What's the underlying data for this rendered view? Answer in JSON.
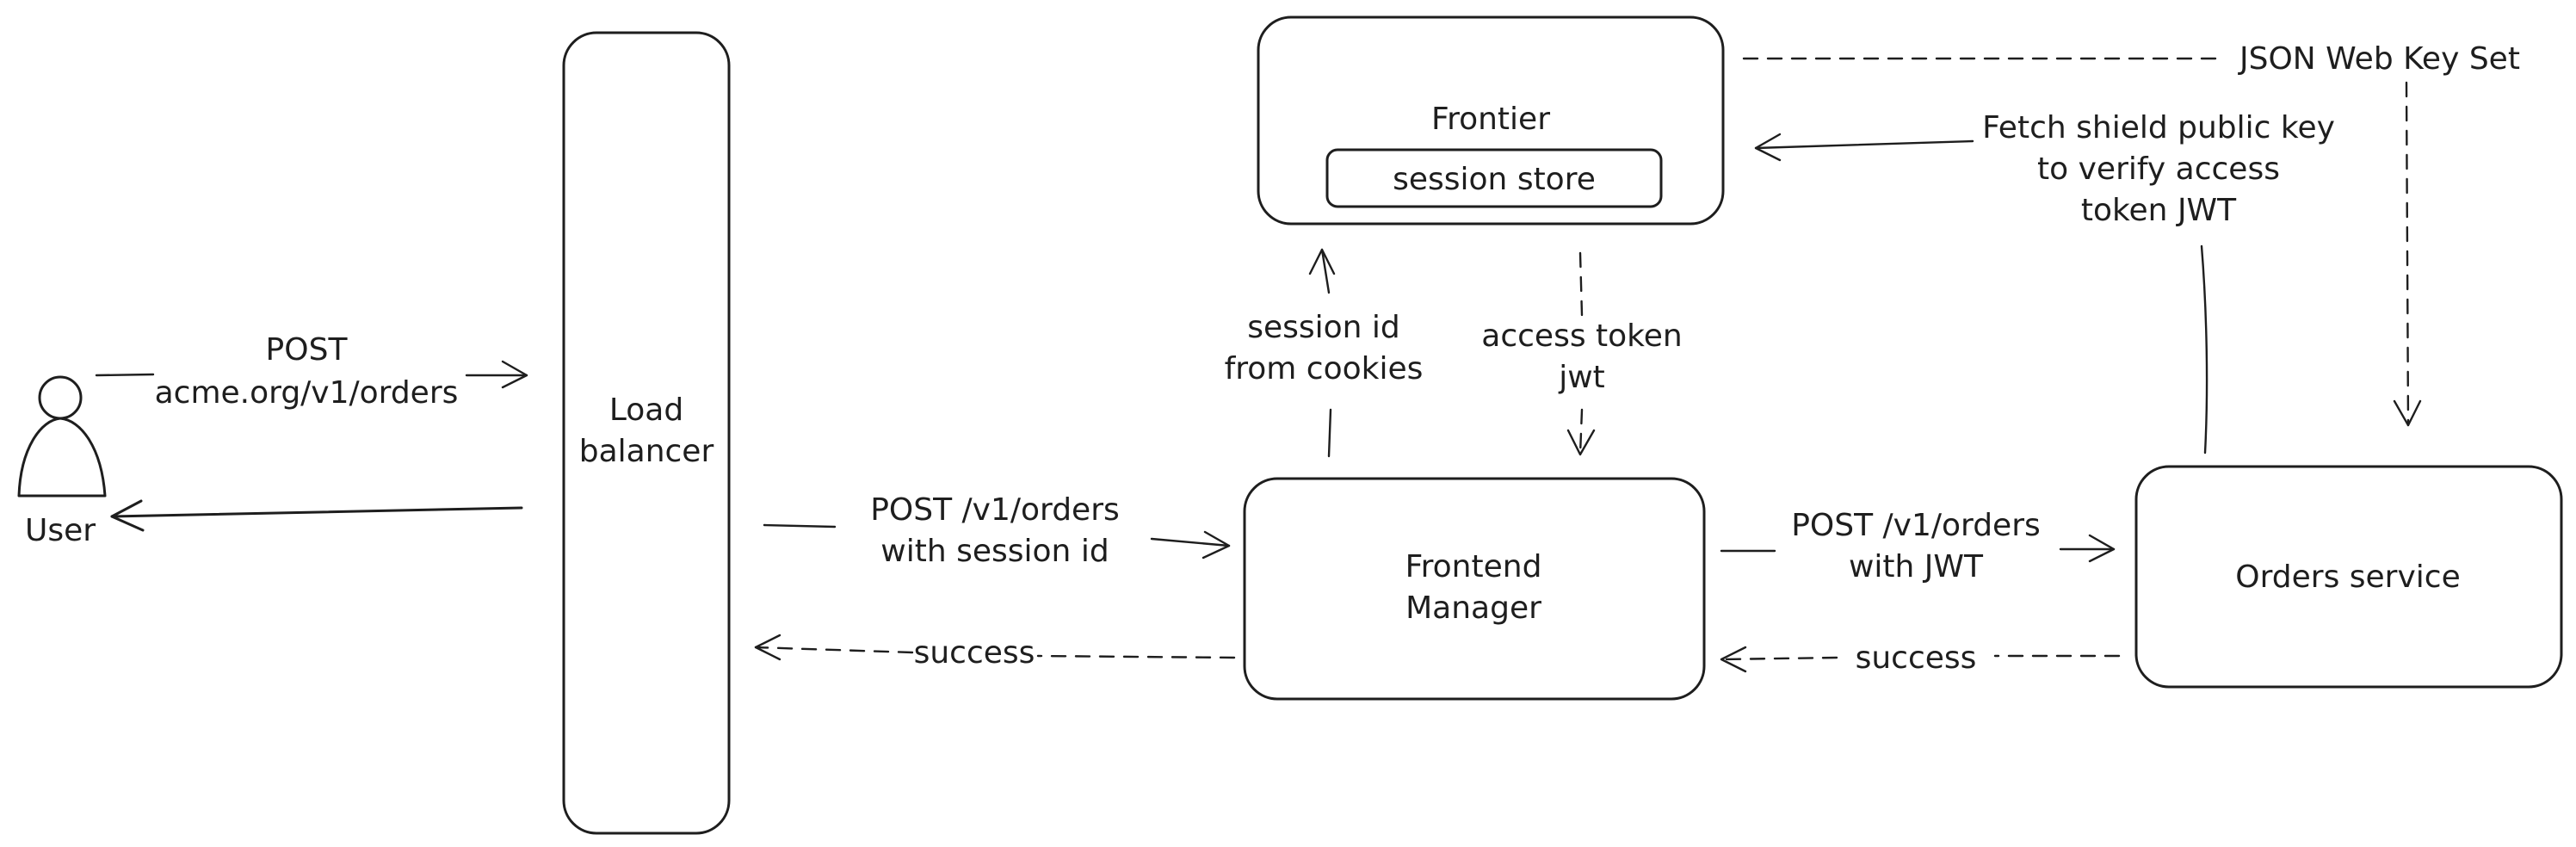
{
  "user": {
    "label": "User"
  },
  "request": {
    "line1": "POST",
    "line2": "acme.org/v1/orders"
  },
  "load_balancer": {
    "line1": "Load",
    "line2": "balancer"
  },
  "frontier": {
    "title": "Frontier",
    "store": "session store"
  },
  "frontend_manager": {
    "line1": "Frontend",
    "line2": "Manager"
  },
  "orders_service": {
    "label": "Orders service"
  },
  "lb_to_fm": {
    "line1": "POST /v1/orders",
    "line2": "with session id"
  },
  "fm_to_lb_response": {
    "label": "success"
  },
  "fm_to_frontier": {
    "line1": "session id",
    "line2": "from cookies"
  },
  "frontier_to_fm": {
    "line1": "access token",
    "line2": "jwt"
  },
  "fm_to_orders": {
    "line1": "POST /v1/orders",
    "line2": "with JWT"
  },
  "orders_to_fm_response": {
    "label": "success"
  },
  "jwks": {
    "label": "JSON Web Key Set"
  },
  "fetch_key": {
    "line1": "Fetch shield public key",
    "line2": "to verify access",
    "line3": "token JWT"
  },
  "colors": {
    "stroke": "#1e1e1e",
    "background": "#ffffff"
  }
}
